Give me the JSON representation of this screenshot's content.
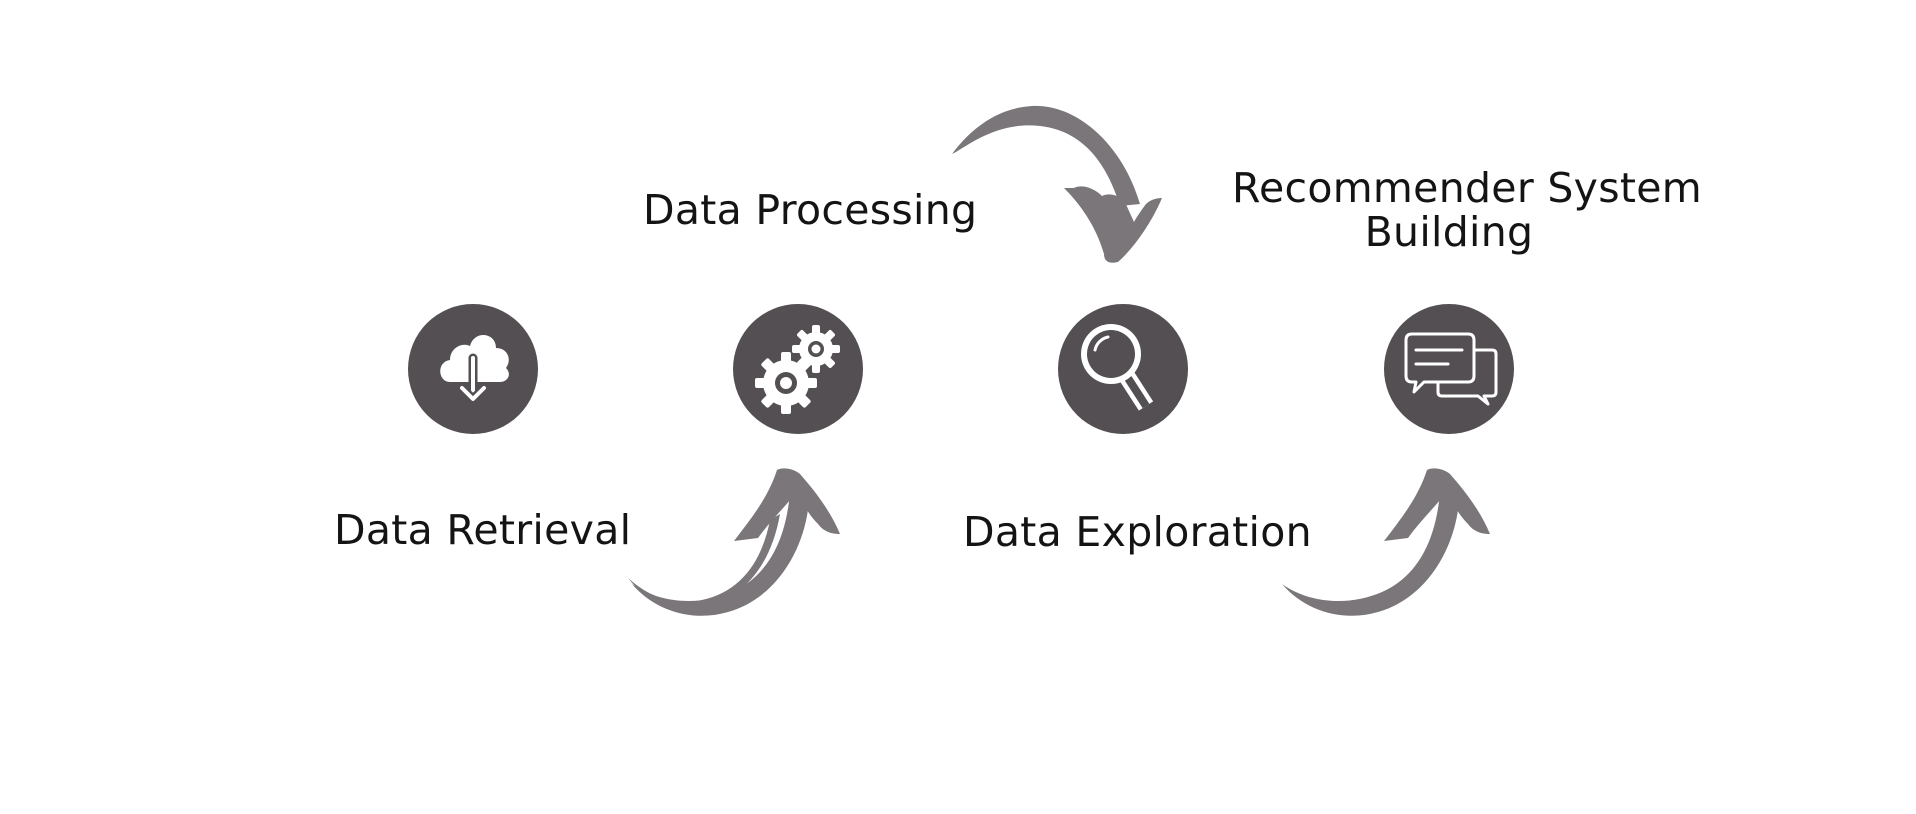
{
  "diagram": {
    "colors": {
      "background": "#ffffff",
      "circle": "#534f52",
      "icon": "#ffffff",
      "arrow": "#7a7679",
      "text": "#141414"
    },
    "steps": [
      {
        "label": "Data Retrieval",
        "icon": "cloud-download-icon"
      },
      {
        "label": "Data Processing",
        "icon": "gears-icon"
      },
      {
        "label": "Data Exploration",
        "icon": "magnifier-icon"
      },
      {
        "label_line1": "Recommender System",
        "label_line2": "Building",
        "icon": "chat-bubbles-icon"
      }
    ],
    "arrows": [
      {
        "from": "Data Retrieval",
        "to": "Data Processing"
      },
      {
        "from": "Data Processing",
        "to": "Data Exploration"
      },
      {
        "from": "Data Exploration",
        "to": "Recommender System Building"
      }
    ]
  }
}
